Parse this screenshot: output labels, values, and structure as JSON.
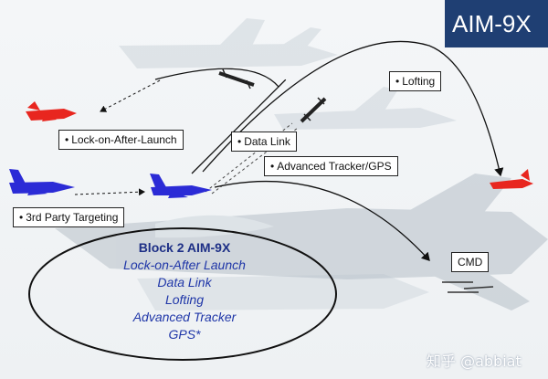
{
  "title": "AIM-9X",
  "labels": {
    "lofting": "Lofting",
    "lock_on": "Lock-on-After-Launch",
    "data_link": "Data Link",
    "advanced_tracker": "Advanced Tracker/GPS",
    "third_party": "3rd Party Targeting",
    "cmd": "CMD"
  },
  "bullet": "•",
  "summary": {
    "heading": "Block 2 AIM-9X",
    "items": [
      "Lock-on-After Launch",
      "Data Link",
      "Lofting",
      "Advanced Tracker",
      "GPS*"
    ]
  },
  "watermark": "知乎 @abbiat",
  "colors": {
    "title_bg": "#1f3f73",
    "enemy_jet": "#e8261f",
    "friendly_jet": "#2b2bd6",
    "summary_text": "#1f36a8"
  }
}
